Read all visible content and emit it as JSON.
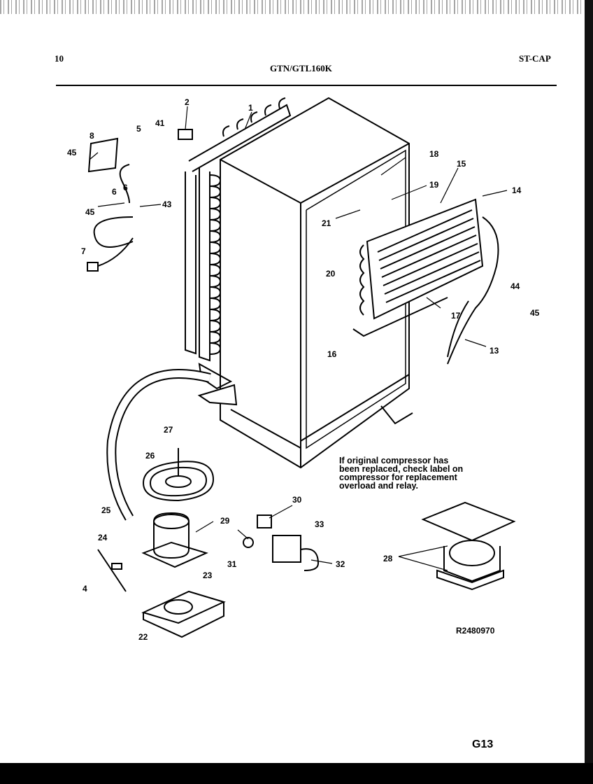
{
  "header": {
    "page_number": "10",
    "model": "GTN/GTL160K",
    "section": "ST-CAP"
  },
  "note": "If original compressor has\nbeen replaced, check label on\ncompressor for replacement\noverload and relay.",
  "reference": "R2480970",
  "page_code": "G13",
  "callouts": [
    "1",
    "2",
    "5",
    "6",
    "41",
    "8",
    "45",
    "6",
    "45",
    "43",
    "7",
    "18",
    "19",
    "15",
    "14",
    "21",
    "20",
    "44",
    "45",
    "16",
    "17",
    "13",
    "27",
    "26",
    "25",
    "29",
    "30",
    "33",
    "24",
    "31",
    "32",
    "28",
    "23",
    "4",
    "22"
  ]
}
